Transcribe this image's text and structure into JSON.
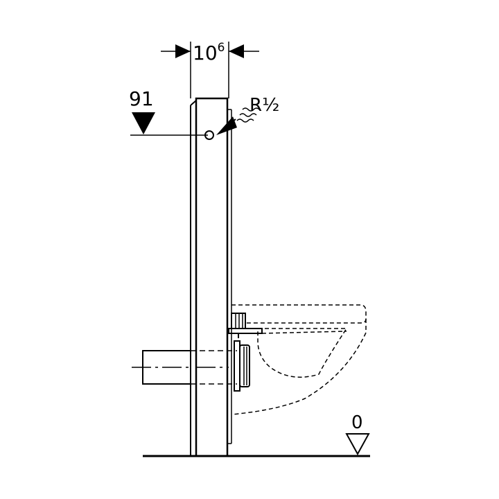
{
  "dimensions": {
    "width_label": "10",
    "width_label_sup": "6",
    "height_label": "91",
    "connection_label": "R½",
    "floor_label": "0"
  },
  "colors": {
    "line": "#000000",
    "background": "#ffffff"
  }
}
